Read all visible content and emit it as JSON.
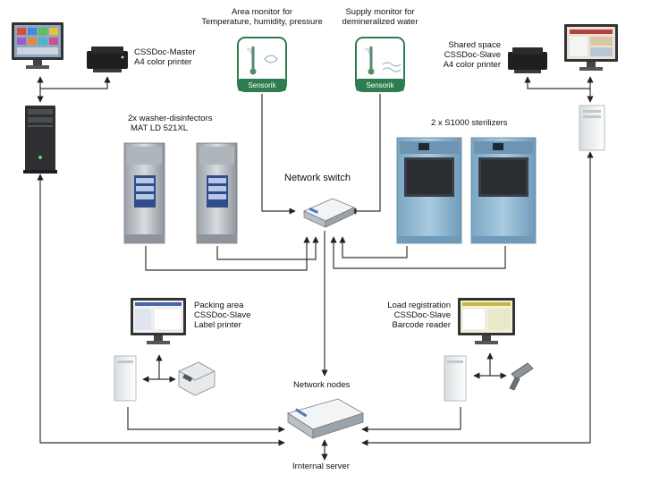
{
  "labels": {
    "master_printer": [
      "CSSDoc-Master",
      "A4 color printer"
    ],
    "area_monitor": [
      "Area monitor for",
      "Temperature, humidity, pressure"
    ],
    "supply_monitor": [
      "Supply monitor for",
      "demineralized water"
    ],
    "shared_space": [
      "Shared space",
      "CSSDoc-Slave",
      "A4 color printer"
    ],
    "washers": [
      "2x washer-disinfectors",
      "MAT LD 521XL"
    ],
    "sterilizers": "2 x S1000 sterilizers",
    "network_switch": "Network switch",
    "packing_area": [
      "Packing area",
      "CSSDoc-Slave",
      "Label printer"
    ],
    "load_registration": [
      "Load registration",
      "CSSDoc-Slave",
      "Barcode reader"
    ],
    "network_nodes": "Network nodes",
    "internal_server": "Irnternal server"
  },
  "sensor_brand": "Sensorik",
  "colors": {
    "line": "#333333",
    "sensor_green": "#2e7d4f",
    "steriliser_blue": "#8fb4cf",
    "washer_grey": "#c6cbd0"
  }
}
